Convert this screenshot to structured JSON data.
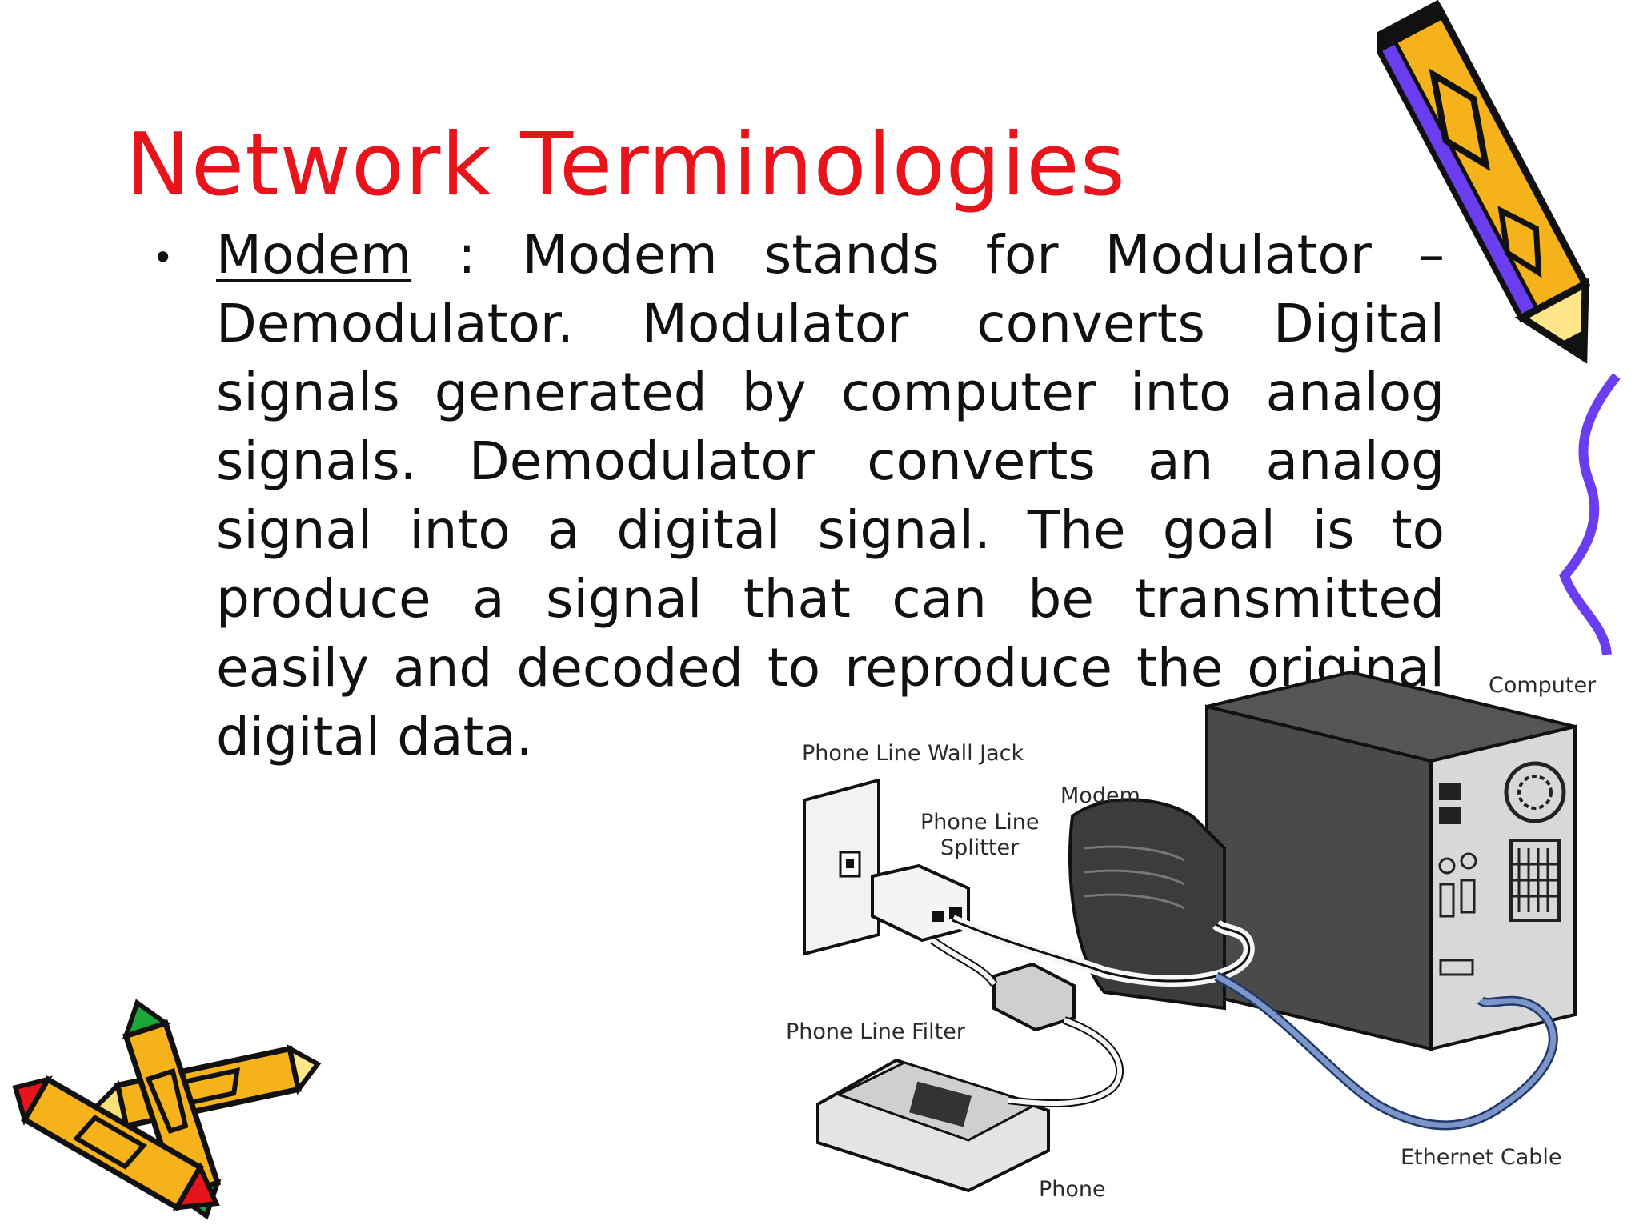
{
  "slide": {
    "title": "Network Terminologies",
    "bullet": {
      "term": "Modem",
      "text": " : Modem stands for Modulator – Demodulator. Modulator converts Digital signals generated by computer into analog signals. Demodulator converts an analog signal into a digital signal. The goal is to produce a signal that can be transmitted easily and decoded to reproduce the original digital data."
    }
  },
  "diagram": {
    "labels": {
      "computer": "Computer",
      "wall_jack": "Phone Line Wall Jack",
      "modem": "Modem",
      "splitter_line1": "Phone Line",
      "splitter_line2": "Splitter",
      "filter": "Phone Line Filter",
      "phone": "Phone",
      "ethernet": "Ethernet Cable"
    }
  },
  "colors": {
    "title": "#e8141c",
    "pencil_body": "#f6b21a",
    "pencil_accent": "#6a3df0"
  },
  "icons": [
    "pencil-clipart-icon",
    "crayons-clipart-icon",
    "computer-tower-icon",
    "modem-icon",
    "telephone-icon",
    "wall-jack-icon",
    "splitter-icon",
    "phone-filter-icon"
  ]
}
